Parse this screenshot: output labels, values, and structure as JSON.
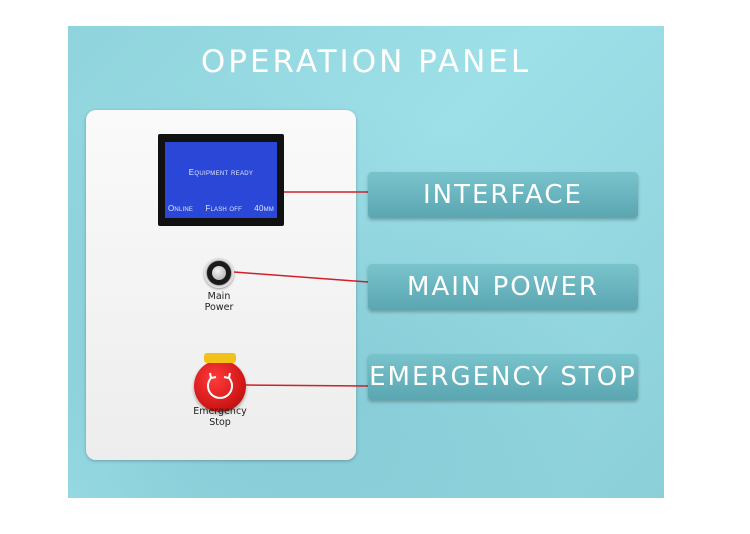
{
  "title": "OPERATION PANEL",
  "screen": {
    "status": "Equipment ready",
    "bottom": [
      "Online",
      "Flash off",
      "40mm"
    ]
  },
  "controls": {
    "main_power_caption": [
      "Main",
      "Power"
    ],
    "emergency_caption": [
      "Emergency",
      "Stop"
    ]
  },
  "callouts": [
    "INTERFACE",
    "MAIN POWER",
    "EMERGENCY STOP"
  ],
  "colors": {
    "background": "#8fd3dc",
    "callout": "#5aa6b1",
    "screen": "#2a47d8",
    "leader_line": "#d0202a",
    "emergency_button": "#d41818"
  }
}
